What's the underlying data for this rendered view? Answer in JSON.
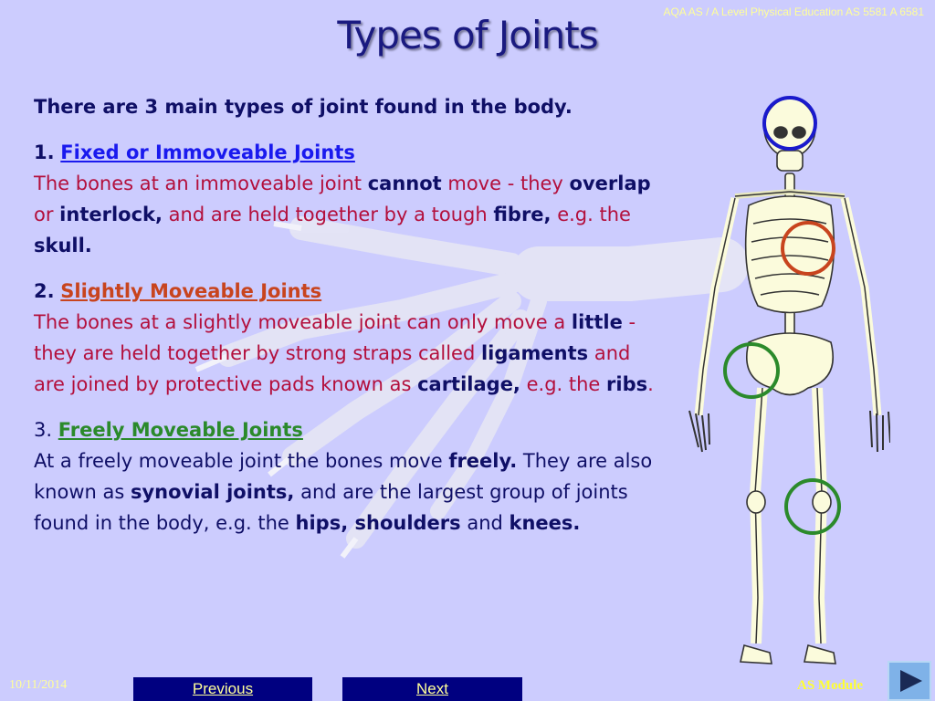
{
  "header_note": "AQA AS / A Level Physical Education AS 5581 A 6581",
  "title": "Types of Joints",
  "intro": "There are 3 main types of joint found in the body.",
  "sections": [
    {
      "number": "1.",
      "heading": "Fixed or Immoveable Joints",
      "parts": [
        "The bones at an immoveable joint ",
        "cannot",
        " move - they ",
        "overlap",
        " or ",
        "interlock,",
        " and are held together by a tough ",
        "fibre,",
        " e.g. the ",
        "skull."
      ],
      "color": "#1a1aee"
    },
    {
      "number": "2.",
      "heading": "Slightly Moveable Joints",
      "parts": [
        "The bones at a slightly moveable joint can only move a ",
        "little",
        " - they are held together by strong straps called ",
        "ligaments",
        " and are joined by protective pads known as ",
        "cartilage,",
        " e.g. the ",
        "ribs",
        "."
      ],
      "color": "#c8441e"
    },
    {
      "number": "3.",
      "heading": "Freely Moveable Joints",
      "parts": [
        "At a freely moveable joint the bones move ",
        "freely.",
        " They are also known as ",
        "synovial joints,",
        " and are the largest group of joints found in the body, e.g. the ",
        "hips, shoulders",
        " and ",
        "knees."
      ],
      "color": "#2b8a2b"
    }
  ],
  "footer": {
    "date": "10/11/2014",
    "previous_label": "Previous",
    "next_label": "Next",
    "module_label": "AS Module"
  },
  "colors": {
    "background": "#ccccfe",
    "title": "#1a1a80",
    "body_text": "#b30f3c",
    "nav_button": "#000080"
  },
  "icons": {
    "play": "play-triangle-icon",
    "skeleton": "skeleton-illustration"
  }
}
